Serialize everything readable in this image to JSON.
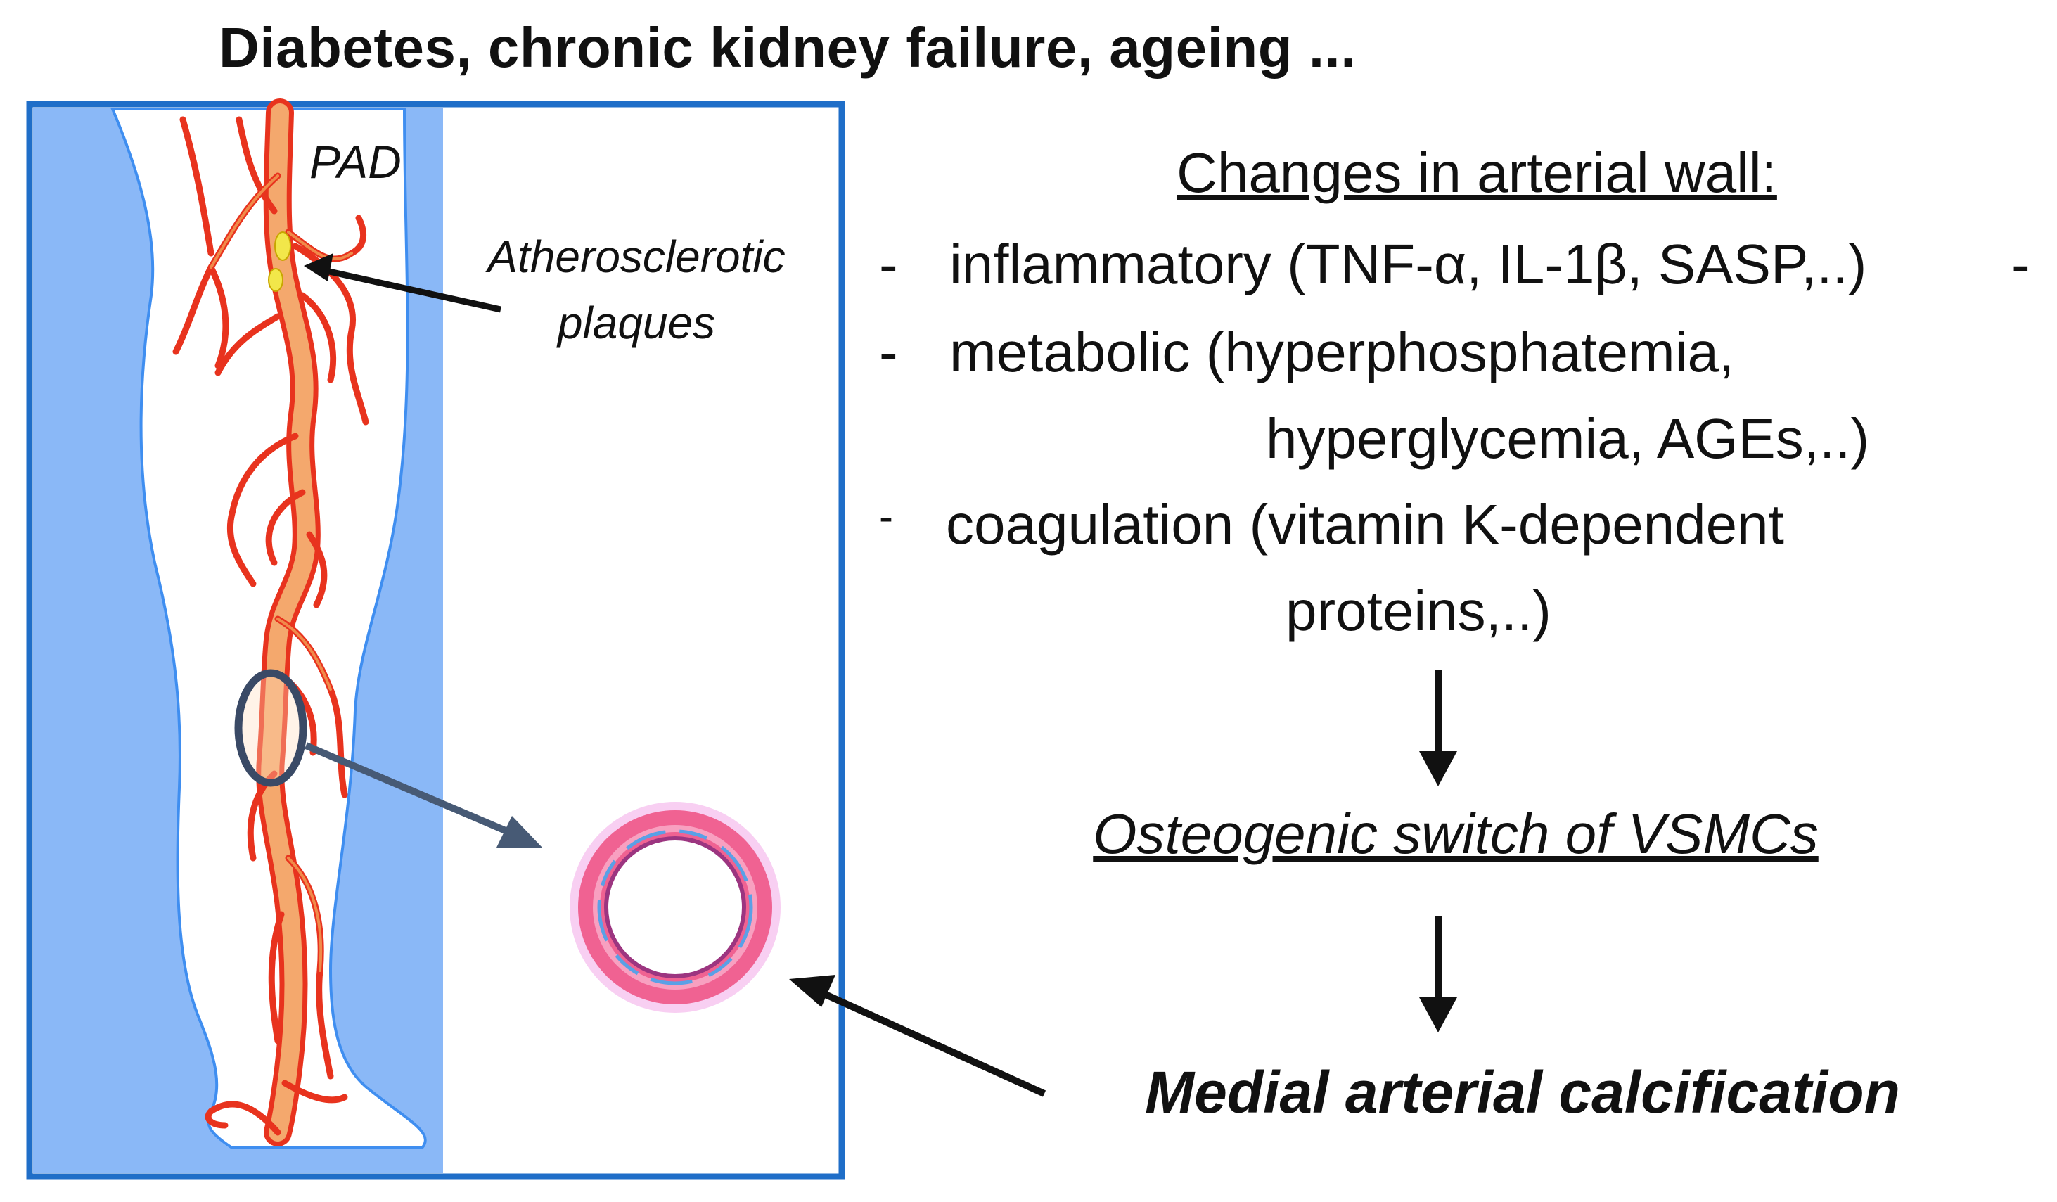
{
  "title": "Diabetes, chronic kidney failure,  ageing ...",
  "leg_panel": {
    "pad_label": "PAD",
    "plaque_label_line1": "Atherosclerotic",
    "plaque_label_line2": "plaques"
  },
  "changes": {
    "heading": "Changes in arterial wall:",
    "dash": "-",
    "inflammatory": "inflammatory (TNF-α, IL-1β, SASP,..)",
    "metabolic_line1": "metabolic (hyperphosphatemia,",
    "metabolic_line2": "hyperglycemia, AGEs,..)",
    "coagulation_line1": "coagulation (vitamin K-dependent",
    "coagulation_line2": "proteins,..)"
  },
  "osteogenic": "Osteogenic switch of VSMCs",
  "medial": "Medial arterial calcification",
  "colors": {
    "panel_border": "#1f6ec8",
    "panel_blue": "#8ab8f7",
    "artery_red": "#e8331e",
    "artery_orange": "#f4a86d",
    "plaque_yellow": "#f2e74a",
    "ring_outer": "#f06292",
    "ring_inner": "#9c3580",
    "ring_halo": "#f3a8e8",
    "highlight_ellipse": "#3a4a66",
    "arrow_dark": "#111111",
    "arrow_slate": "#475a75"
  }
}
